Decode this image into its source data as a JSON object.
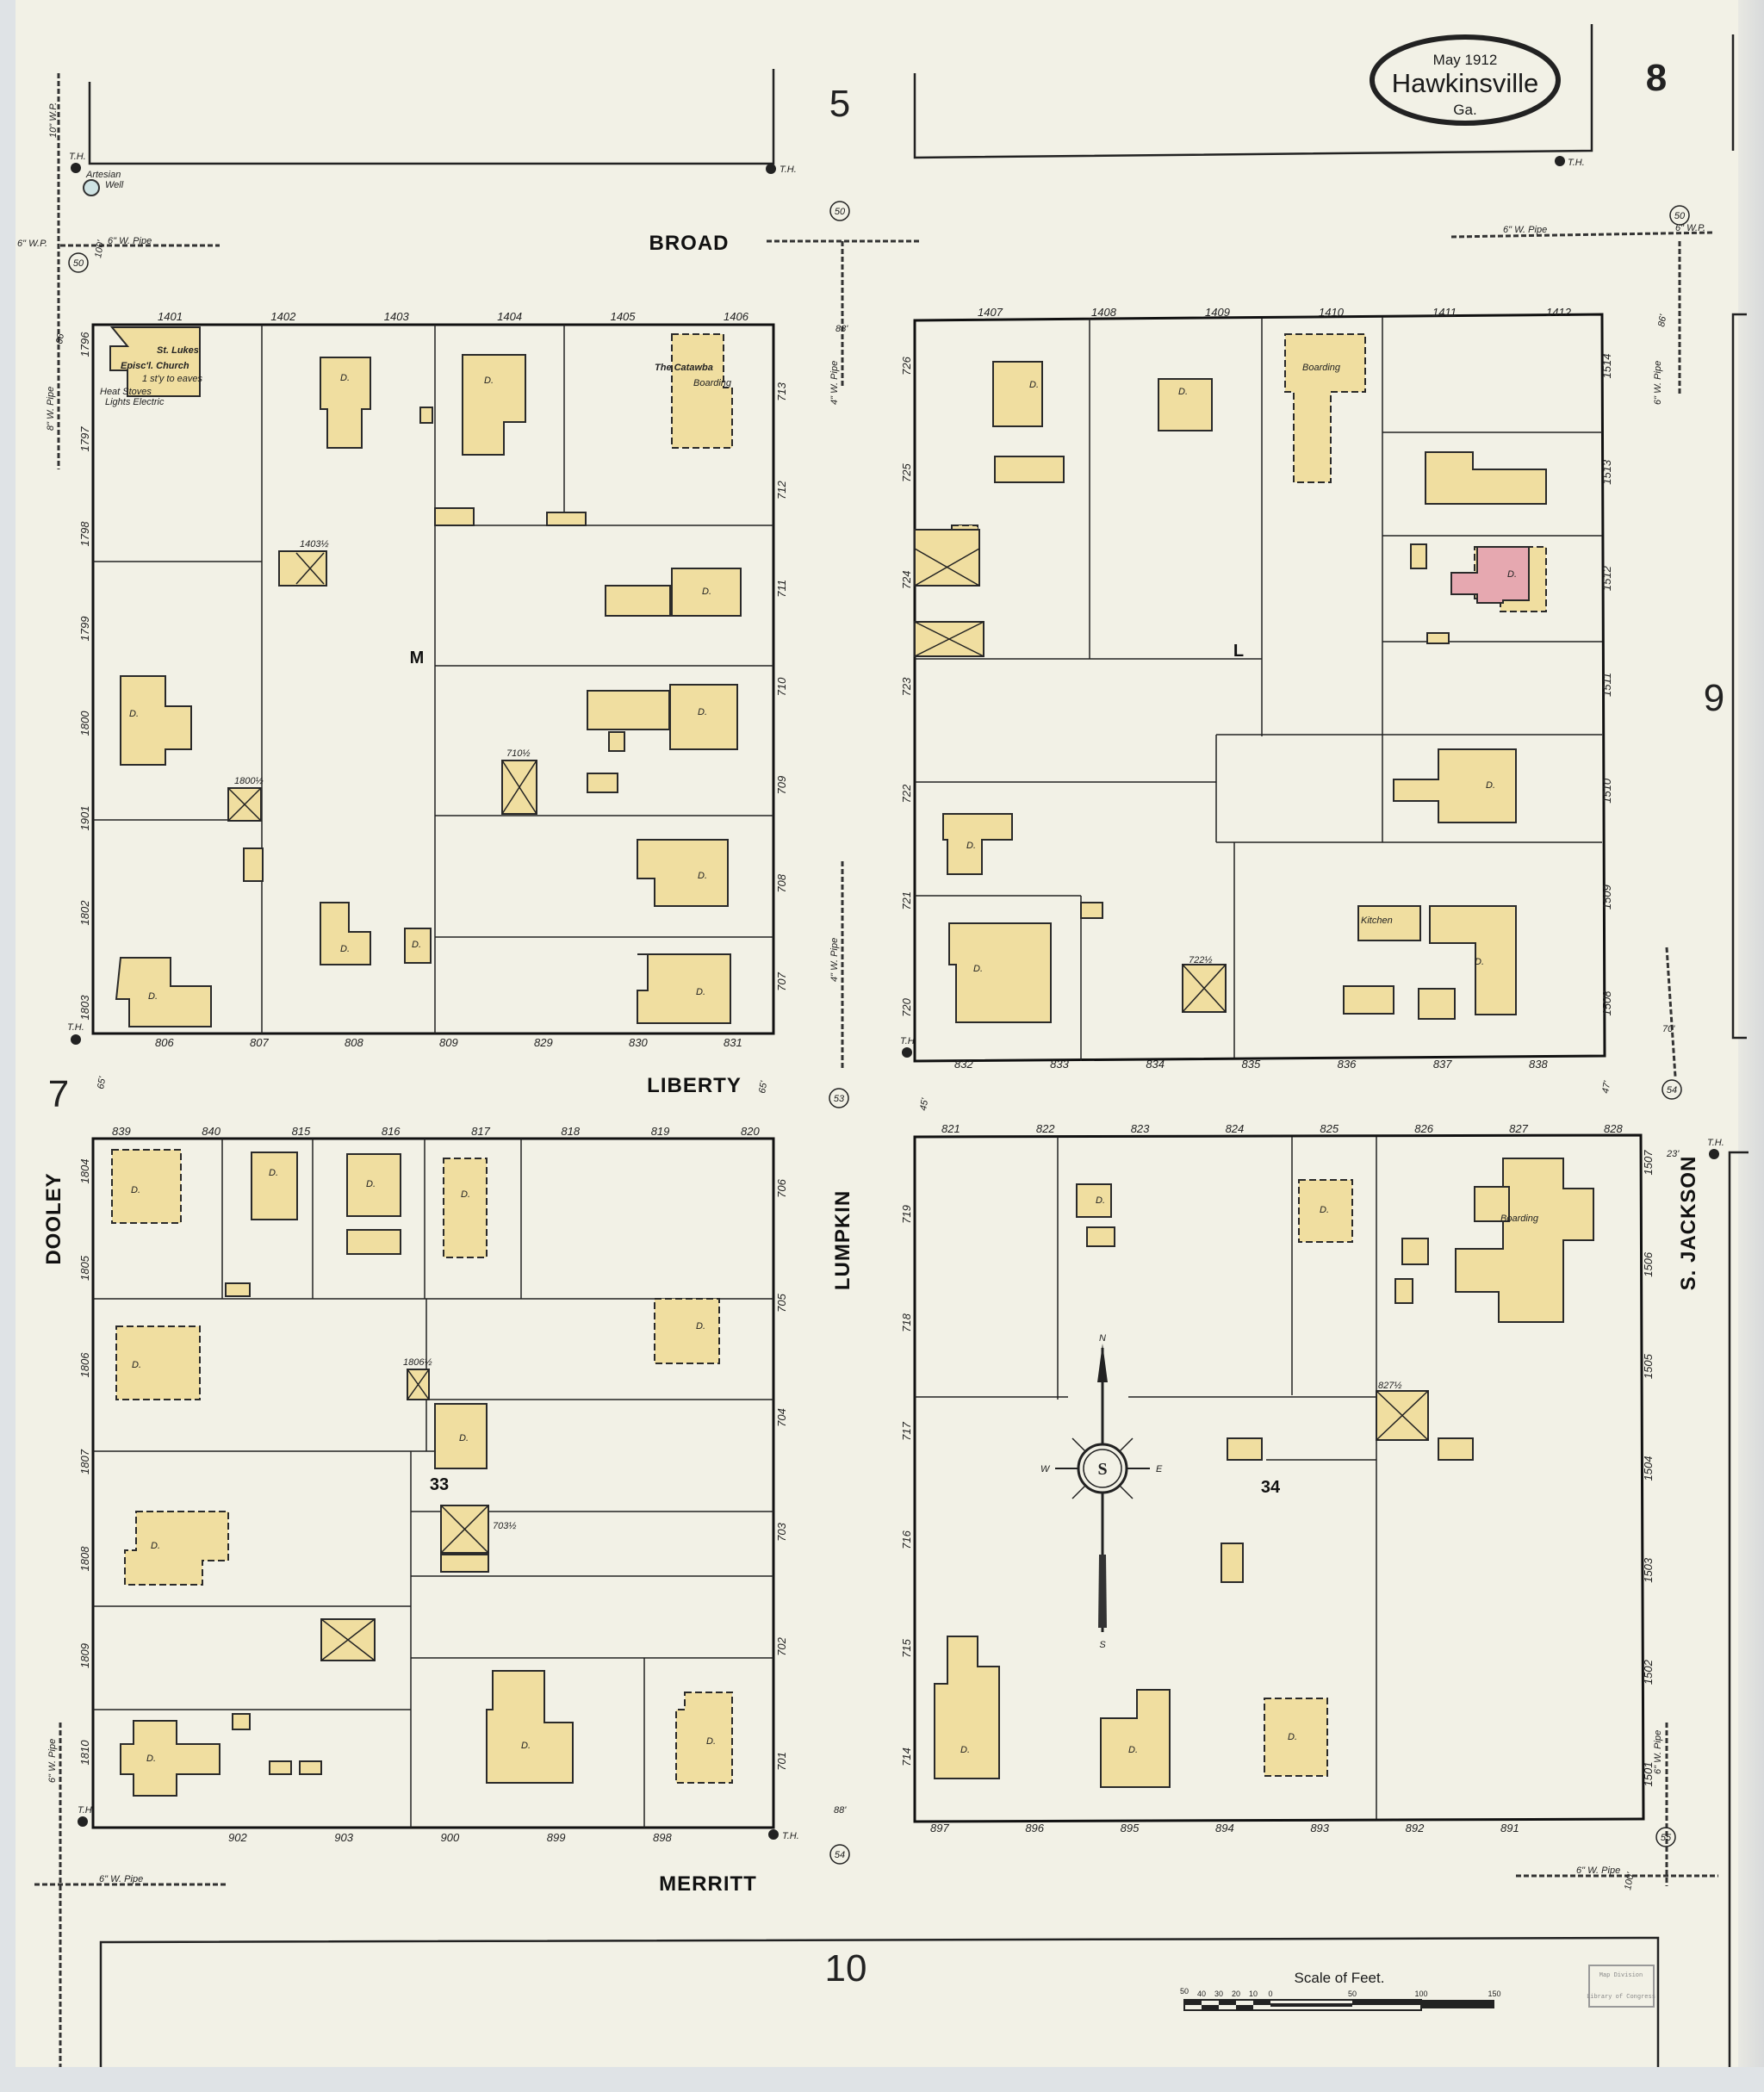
{
  "title_cartouche": {
    "date": "May 1912",
    "city": "Hawkinsville",
    "state": "Ga."
  },
  "sheet_number": "8",
  "adjacent_sheets": {
    "north": "5",
    "east": "9",
    "west": "7",
    "south": "10"
  },
  "streets": {
    "broad": "BROAD",
    "liberty": "LIBERTY",
    "merritt": "MERRITT",
    "dooley": "DOOLEY",
    "lumpkin": "LUMPKIN",
    "s_jackson": "S. JACKSON"
  },
  "blocks": {
    "nw": "M",
    "ne": "L",
    "sw": "33",
    "se": "34"
  },
  "landmarks": {
    "church_name_1": "St. Lukes",
    "church_name_2": "Episc'l. Church",
    "church_note": "1 st'y to eaves",
    "church_heat_1": "Heat Stoves",
    "church_heat_2": "Lights Electric",
    "catawba_name": "The Catawba",
    "catawba_use": "Boarding",
    "boarding_1410": "Boarding",
    "boarding_se": "Boarding",
    "kitchen": "Kitchen",
    "artesian_well_1": "Artesian",
    "artesian_well_2": "Well",
    "dwelling": "D."
  },
  "utilities": {
    "th": "T.H.",
    "pipe_6": "6\" W. Pipe",
    "pipe_4": "4\" W. Pipe",
    "pipe_8": "8\" W. Pipe",
    "pipe_10": "10\" W.P.",
    "pipe_6wp": "6\" W.P.",
    "hydrant_numbers": [
      "50",
      "50",
      "50",
      "53",
      "54",
      "55",
      "54"
    ]
  },
  "street_widths": [
    "100'",
    "66'",
    "65'",
    "65'",
    "45'",
    "47'",
    "23'",
    "88'",
    "88'",
    "86'",
    "70'",
    "100'"
  ],
  "addresses": {
    "broad_north_row": [
      "1401",
      "1402",
      "1403",
      "1404",
      "1405",
      "1406"
    ],
    "broad_north_row_east": [
      "1407",
      "1408",
      "1409",
      "1410",
      "1411",
      "1412"
    ],
    "dooley_nw": [
      "1796",
      "1797",
      "1798",
      "1799",
      "1800",
      "1901",
      "1802",
      "1803"
    ],
    "lumpkin_west_nw": [
      "713",
      "712",
      "711",
      "710",
      "709",
      "708",
      "707"
    ],
    "lumpkin_east_ne": [
      "726",
      "725",
      "724",
      "723",
      "722",
      "721",
      "720"
    ],
    "jackson_west_ne": [
      "1514",
      "1513",
      "1512",
      "1511",
      "1510",
      "1509",
      "1508"
    ],
    "liberty_north_w": [
      "806",
      "807",
      "808",
      "809",
      "829",
      "830",
      "831"
    ],
    "liberty_north_e": [
      "832",
      "833",
      "834",
      "835",
      "836",
      "837",
      "838"
    ],
    "liberty_south_w": [
      "839",
      "840",
      "815",
      "816",
      "817",
      "818",
      "819",
      "820"
    ],
    "liberty_south_e": [
      "821",
      "822",
      "823",
      "824",
      "825",
      "826",
      "827",
      "828"
    ],
    "dooley_sw": [
      "1804",
      "1805",
      "1806",
      "1807",
      "1808",
      "1809",
      "1810"
    ],
    "lumpkin_west_sw": [
      "706",
      "705",
      "704",
      "703",
      "702",
      "701"
    ],
    "lumpkin_east_se": [
      "719",
      "718",
      "717",
      "716",
      "715",
      "714"
    ],
    "jackson_west_se": [
      "1507",
      "1506",
      "1505",
      "1504",
      "1503",
      "1502",
      "1501"
    ],
    "merritt_north_w": [
      "902",
      "903",
      "900",
      "899",
      "898"
    ],
    "merritt_north_e": [
      "897",
      "896",
      "895",
      "894",
      "893",
      "892",
      "891"
    ],
    "rear_numbers": [
      "1403½",
      "710½",
      "1800½",
      "722½",
      "1806½",
      "703½",
      "827½"
    ]
  },
  "compass": {
    "n": "N",
    "s": "S",
    "e": "E",
    "w": "W"
  },
  "scale": {
    "title": "Scale of Feet.",
    "ticks": [
      "50",
      "40",
      "30",
      "20",
      "10",
      "0",
      "50",
      "100",
      "150"
    ]
  },
  "stamp": {
    "line1": "Map Division",
    "line2": "Library of Congress"
  },
  "legend_colors": {
    "frame": "#f0dea0",
    "brick": "#e6a8b0",
    "paper": "#f2f1e6",
    "well": "#cfe3e3"
  }
}
